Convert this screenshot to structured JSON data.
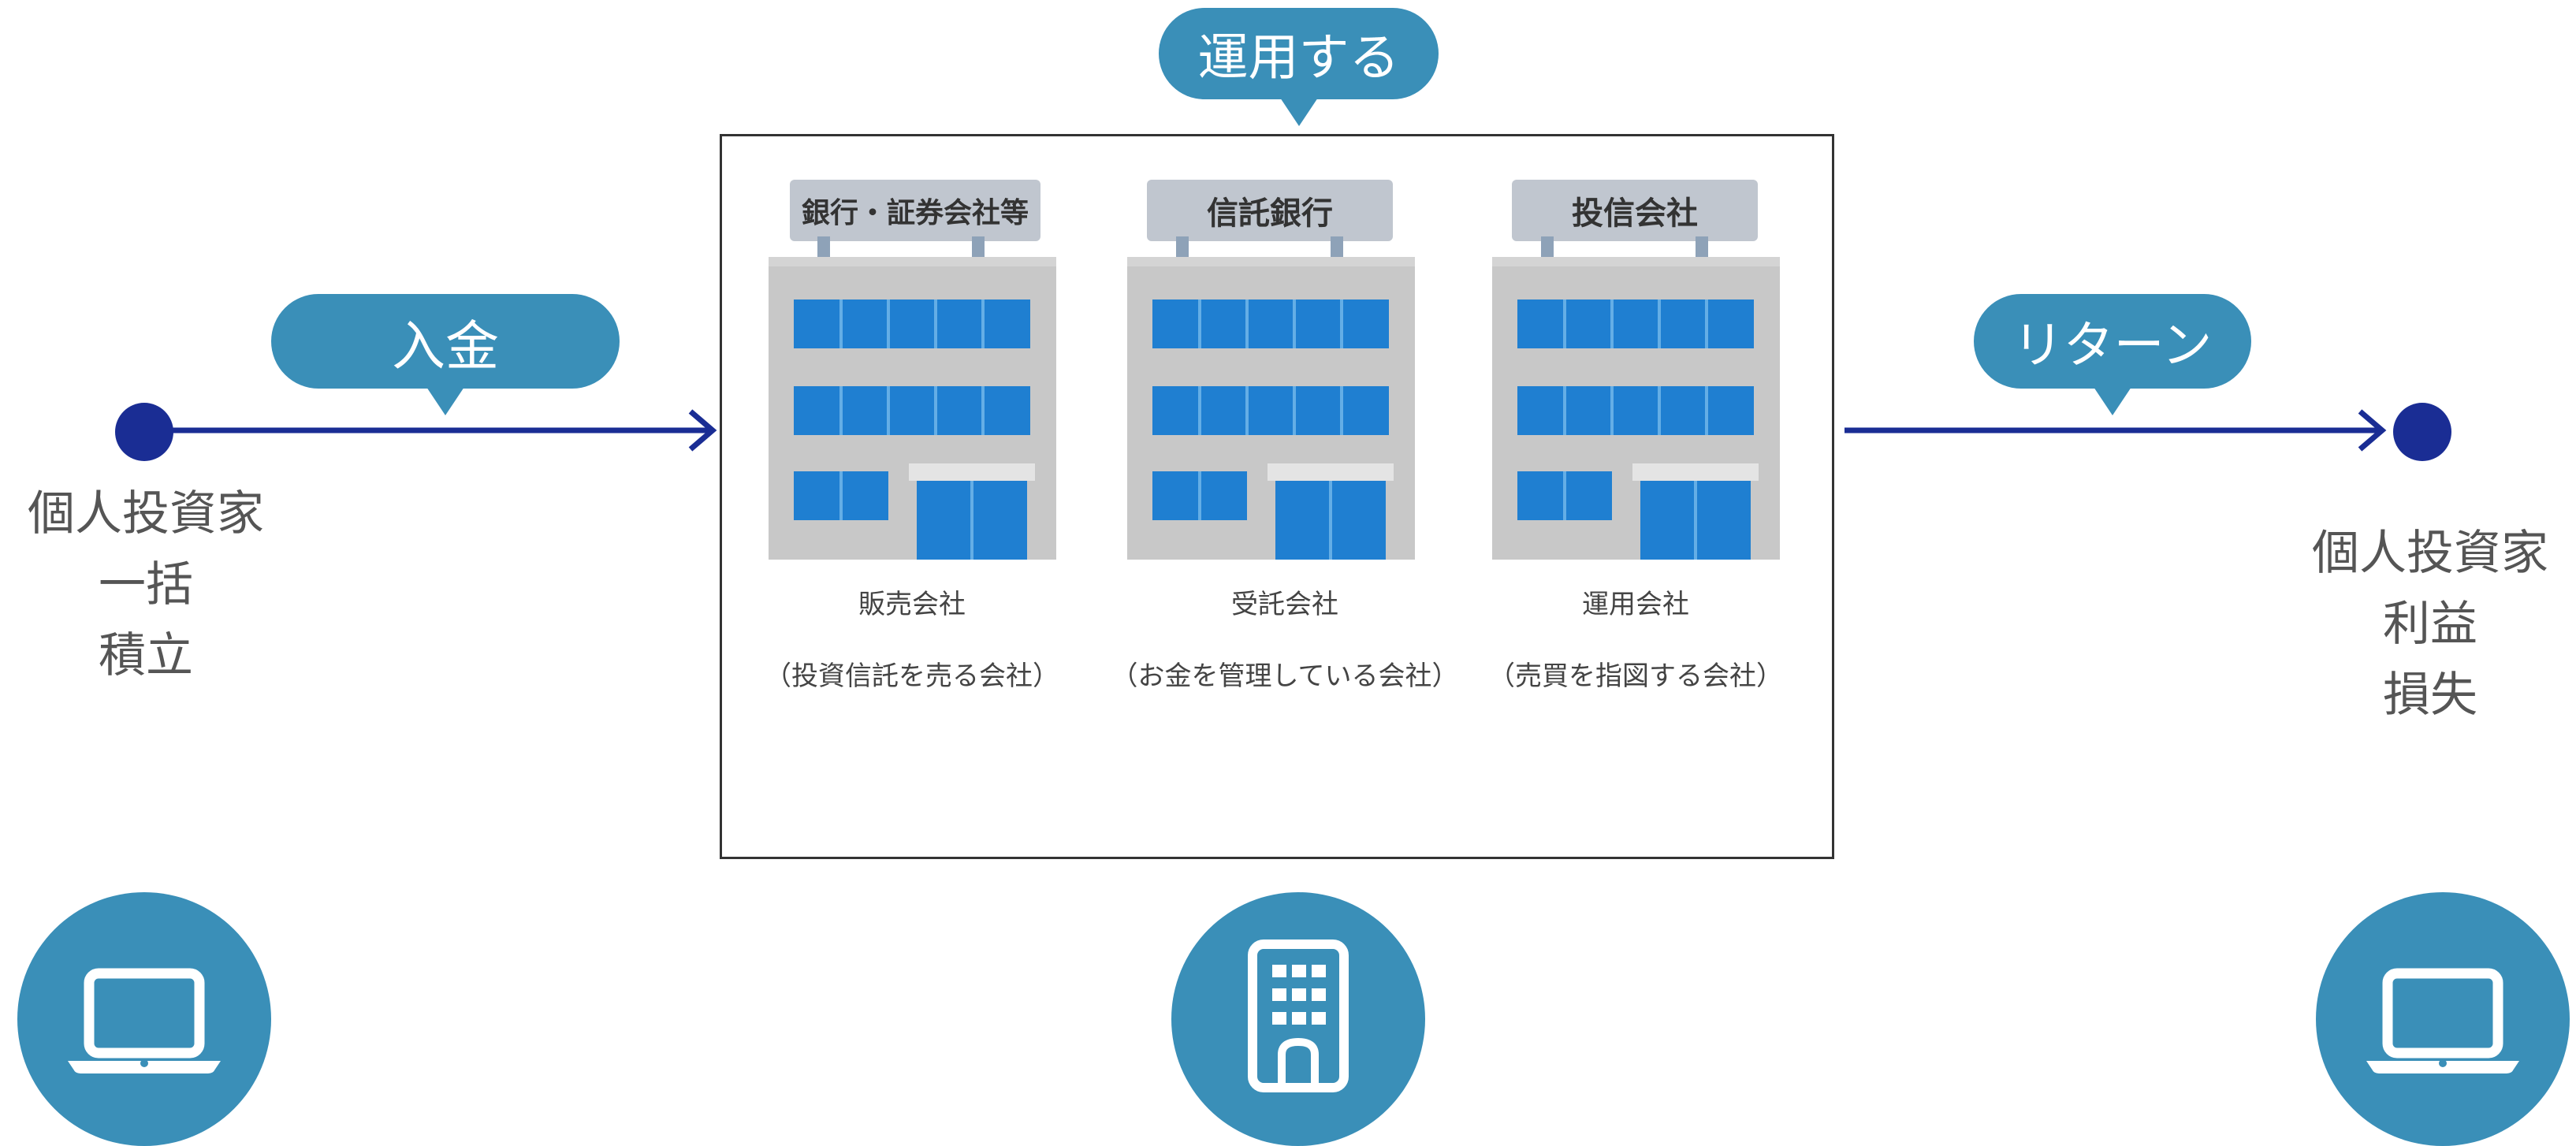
{
  "labels": {
    "deposit": "入金",
    "operate": "運用する",
    "return": "リターン"
  },
  "investor_left": {
    "lines": [
      "個人投資家",
      "一括",
      "積立"
    ]
  },
  "investor_right": {
    "lines": [
      "個人投資家",
      "利益",
      "損失"
    ]
  },
  "buildings": [
    {
      "sign": "銀行・証券会社等",
      "name": "販売会社",
      "desc": "（投資信託を売る会社）"
    },
    {
      "sign": "信託銀行",
      "name": "受託会社",
      "desc": "（お金を管理している会社）"
    },
    {
      "sign": "投信会社",
      "name": "運用会社",
      "desc": "（売買を指図する会社）"
    }
  ],
  "colors": {
    "accent": "#3a8fb8",
    "arrow": "#1a2d94",
    "window": "#1f7fd1",
    "building": "#c8c8c8"
  },
  "icons": {
    "left": "laptop-icon",
    "center": "office-building-icon",
    "right": "laptop-icon"
  }
}
